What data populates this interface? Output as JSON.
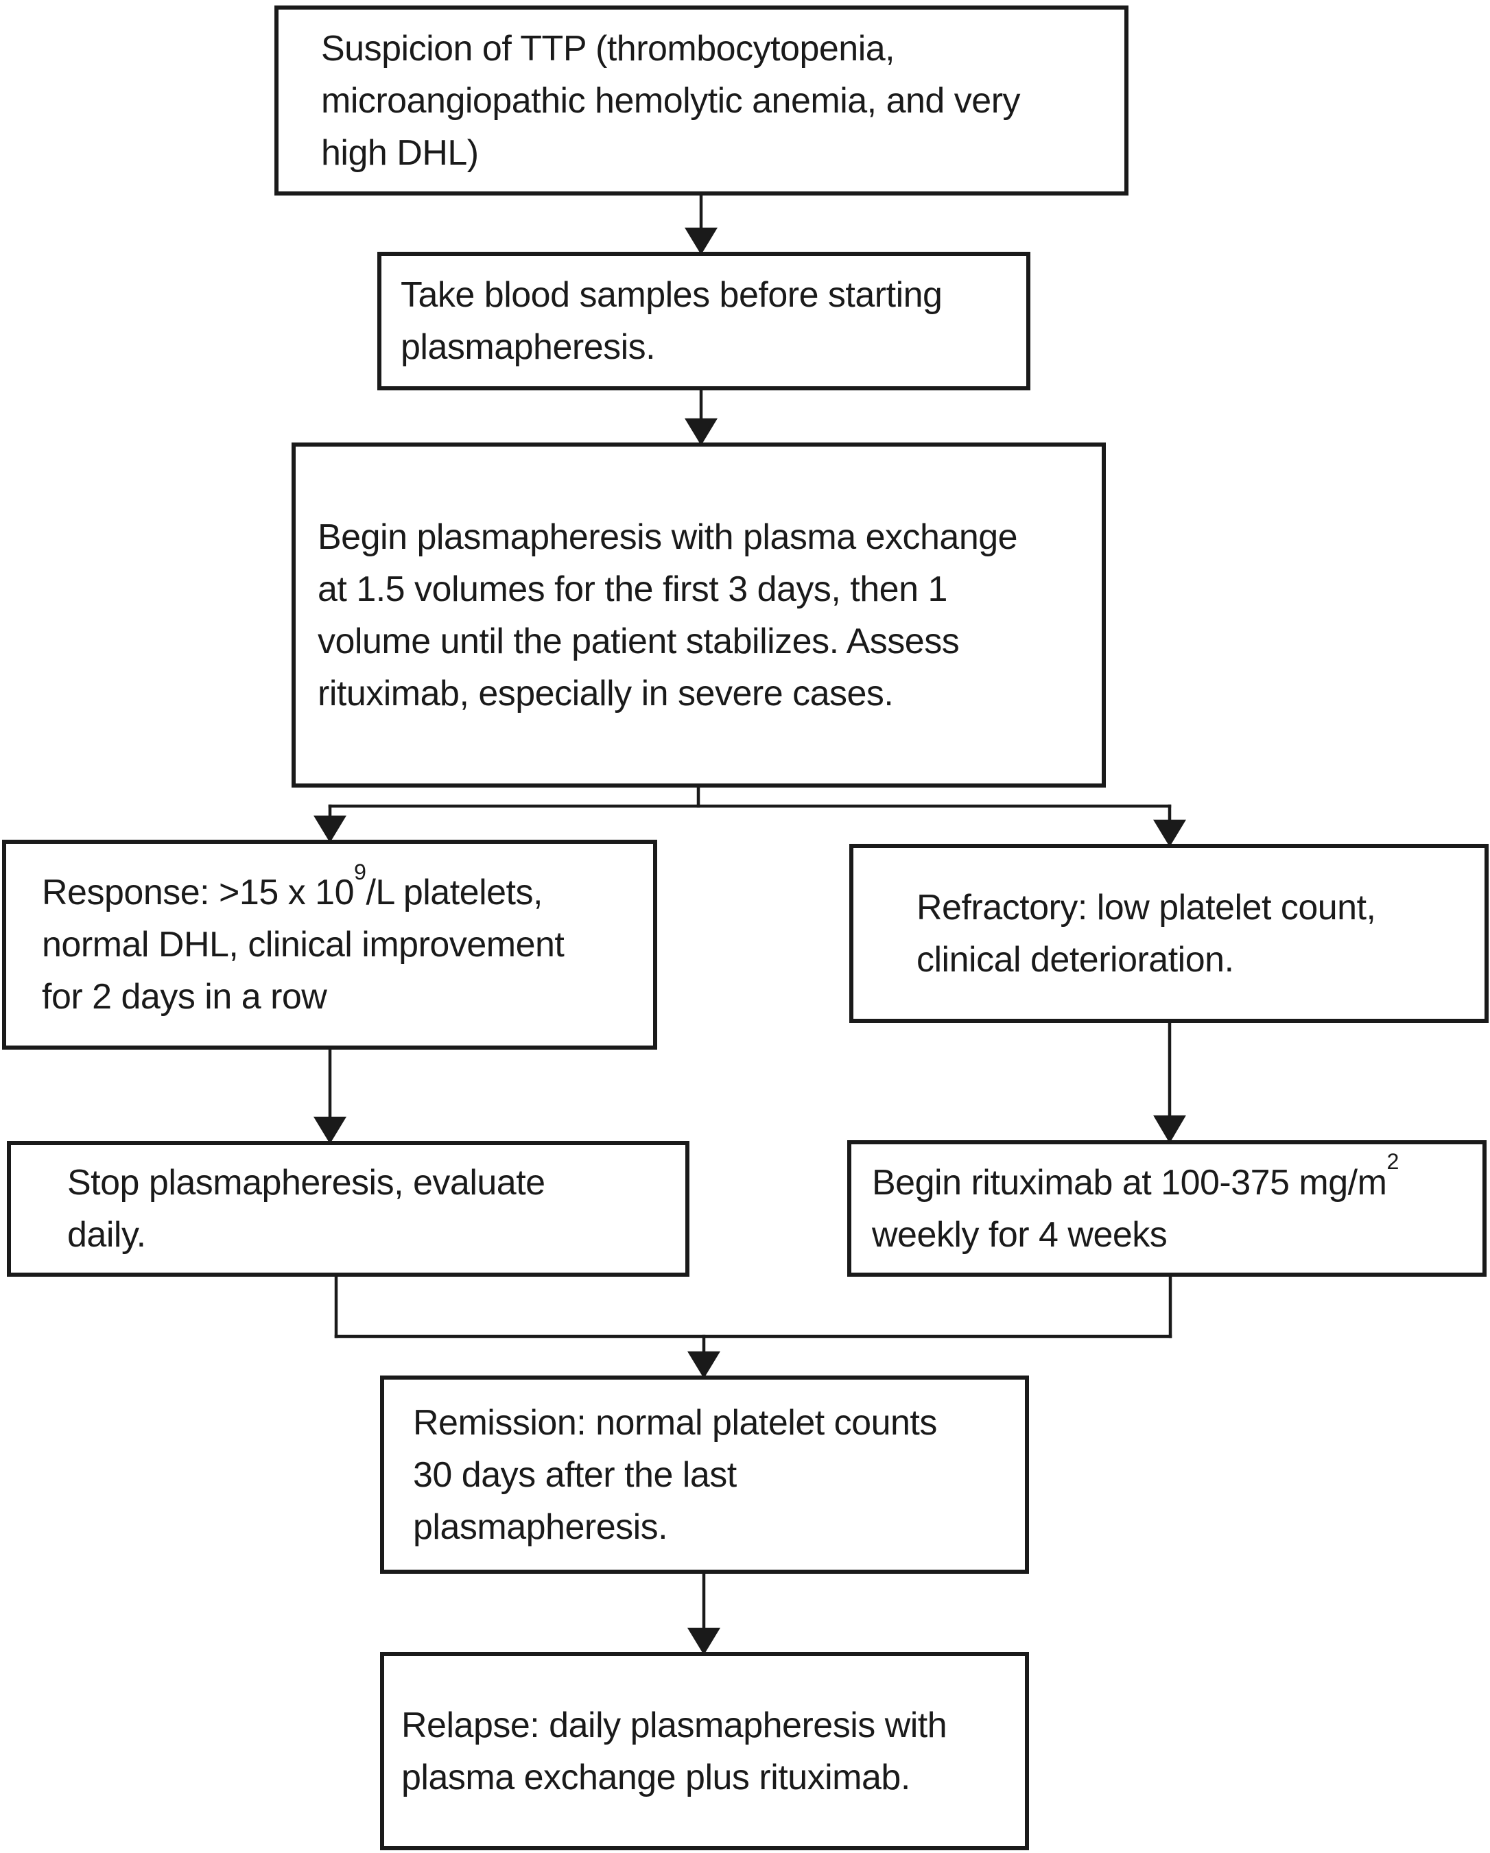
{
  "diagram": {
    "title": "TTP treatment flowchart",
    "background_color": "#ffffff",
    "line_color": "#1a1a1a",
    "nodes": {
      "suspicion": {
        "lines": [
          "Suspicion of TTP (thrombocytopenia,",
          "microangiopathic hemolytic anemia, and very",
          "high DHL)"
        ]
      },
      "take_blood": {
        "lines": [
          "Take blood samples before starting",
          "plasmapheresis."
        ]
      },
      "begin_plasmapheresis": {
        "lines": [
          "Begin plasmapheresis with plasma exchange",
          "at 1.5 volumes for the first 3 days, then 1",
          "volume until the patient stabilizes. Assess",
          "rituximab, especially in severe cases."
        ]
      },
      "response": {
        "line1": {
          "pre": "Response: >15 x 10",
          "sup": "9",
          "post": "/L platelets,"
        },
        "lines_rest": [
          "normal DHL, clinical improvement",
          "for 2 days in a row"
        ]
      },
      "refractory": {
        "lines": [
          "Refractory: low platelet count,",
          "clinical deterioration."
        ]
      },
      "stop_plasmapheresis": {
        "lines": [
          "Stop plasmapheresis, evaluate",
          "daily."
        ]
      },
      "begin_rituximab": {
        "line1": {
          "pre": "Begin rituximab at 100-375 mg/m",
          "sup": "2"
        },
        "line2": "weekly for 4 weeks"
      },
      "remission": {
        "lines": [
          "Remission: normal platelet counts",
          "30 days after the last",
          "plasmapheresis."
        ]
      },
      "relapse": {
        "lines": [
          "Relapse: daily plasmapheresis with",
          "plasma exchange plus rituximab."
        ]
      }
    },
    "connections": [
      {
        "from": "suspicion",
        "to": "take_blood"
      },
      {
        "from": "take_blood",
        "to": "begin_plasmapheresis"
      },
      {
        "from": "begin_plasmapheresis",
        "to": "response"
      },
      {
        "from": "begin_plasmapheresis",
        "to": "refractory"
      },
      {
        "from": "response",
        "to": "stop_plasmapheresis"
      },
      {
        "from": "refractory",
        "to": "begin_rituximab"
      },
      {
        "from": "stop_plasmapheresis",
        "to": "remission"
      },
      {
        "from": "begin_rituximab",
        "to": "remission"
      },
      {
        "from": "remission",
        "to": "relapse"
      }
    ]
  }
}
